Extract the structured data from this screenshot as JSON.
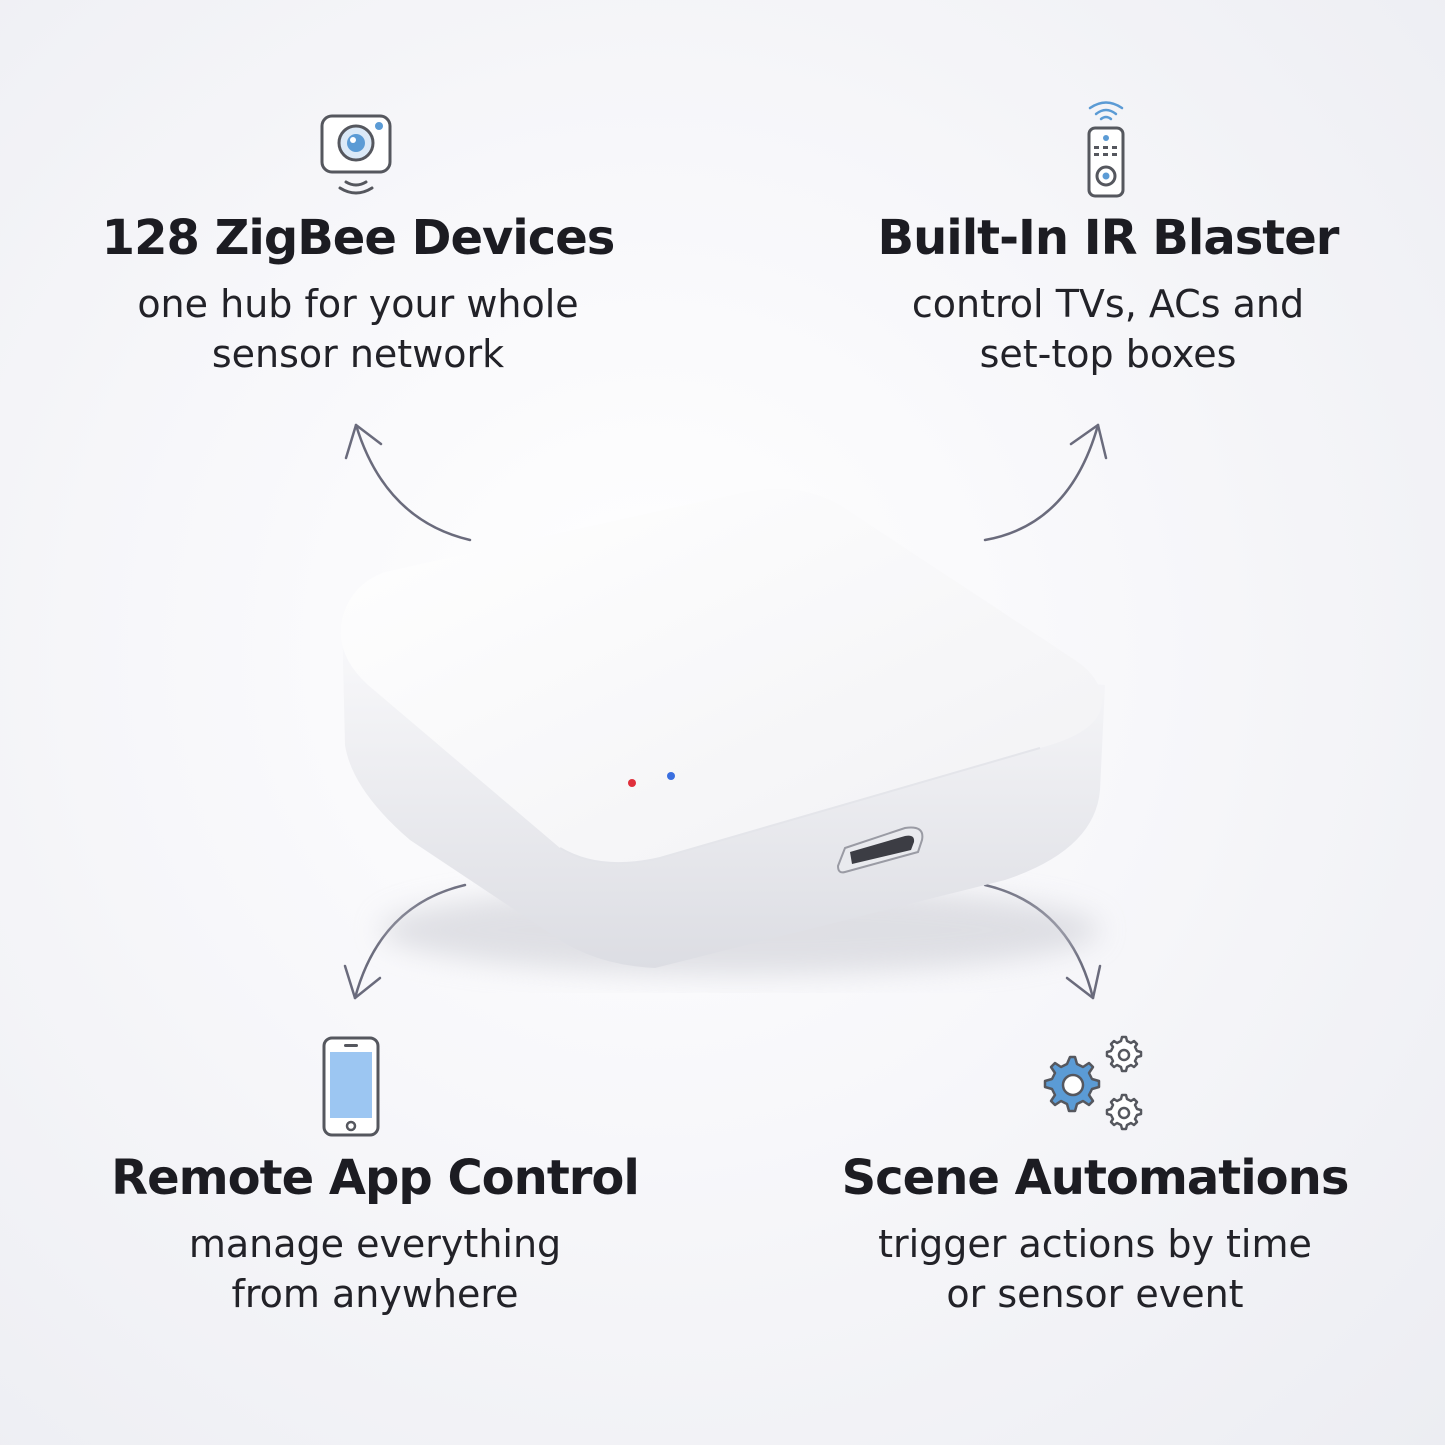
{
  "features": [
    {
      "id": "zigbee",
      "title": "128 ZigBee Devices",
      "desc_lines": [
        "one hub for your whole",
        "sensor network"
      ],
      "icon": "camera-sensor-icon"
    },
    {
      "id": "ir",
      "title": "Built-In IR Blaster",
      "desc_lines": [
        "control TVs, ACs and",
        "set-top boxes"
      ],
      "icon": "remote-control-icon"
    },
    {
      "id": "app",
      "title": "Remote App Control",
      "desc_lines": [
        "manage everything",
        "from anywhere"
      ],
      "icon": "smartphone-icon"
    },
    {
      "id": "scene",
      "title": "Scene Automations",
      "desc_lines": [
        "trigger actions by time",
        "or sensor event"
      ],
      "icon": "gears-icon"
    }
  ],
  "colors": {
    "icon_blue": "#5b9bd5",
    "icon_outline": "#55575e",
    "arrow": "#6a6b7c",
    "text": "#1c1c22",
    "led_red": "#e0303c",
    "led_blue": "#3a6fe0"
  }
}
